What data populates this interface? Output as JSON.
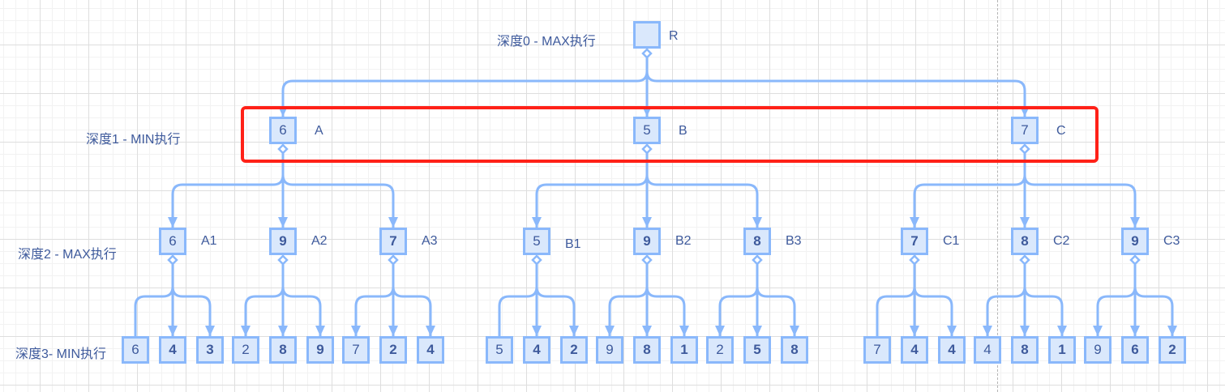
{
  "depth_labels": [
    {
      "text": "深度0 - MAX执行"
    },
    {
      "text": "深度1 - MIN执行"
    },
    {
      "text": "深度2 - MAX执行"
    },
    {
      "text": "深度3- MIN执行"
    }
  ],
  "colors": {
    "node_fill": "#dae8fc",
    "node_stroke": "#8ab8fb",
    "text": "#3e5a9c",
    "highlight": "#ff2118"
  },
  "tree": {
    "name": "R",
    "value": "",
    "children": [
      {
        "name": "A",
        "value": "6",
        "children": [
          {
            "name": "A1",
            "value": "6",
            "leaves": [
              "6",
              "4",
              "3"
            ]
          },
          {
            "name": "A2",
            "value": "9",
            "leaves": [
              "2",
              "8",
              "9"
            ]
          },
          {
            "name": "A3",
            "value": "7",
            "leaves": [
              "7",
              "2",
              "4"
            ]
          }
        ]
      },
      {
        "name": "B",
        "value": "5",
        "children": [
          {
            "name": "B1",
            "value": "5",
            "leaves": [
              "5",
              "4",
              "2"
            ]
          },
          {
            "name": "B2",
            "value": "9",
            "leaves": [
              "9",
              "8",
              "1"
            ]
          },
          {
            "name": "B3",
            "value": "8",
            "leaves": [
              "2",
              "5",
              "8"
            ]
          }
        ]
      },
      {
        "name": "C",
        "value": "7",
        "children": [
          {
            "name": "C1",
            "value": "7",
            "leaves": [
              "7",
              "4",
              "4"
            ]
          },
          {
            "name": "C2",
            "value": "8",
            "leaves": [
              "4",
              "8",
              "1"
            ]
          },
          {
            "name": "C3",
            "value": "9",
            "leaves": [
              "9",
              "6",
              "2"
            ]
          }
        ]
      }
    ]
  },
  "highlighted_level": "深度1 - MIN执行"
}
